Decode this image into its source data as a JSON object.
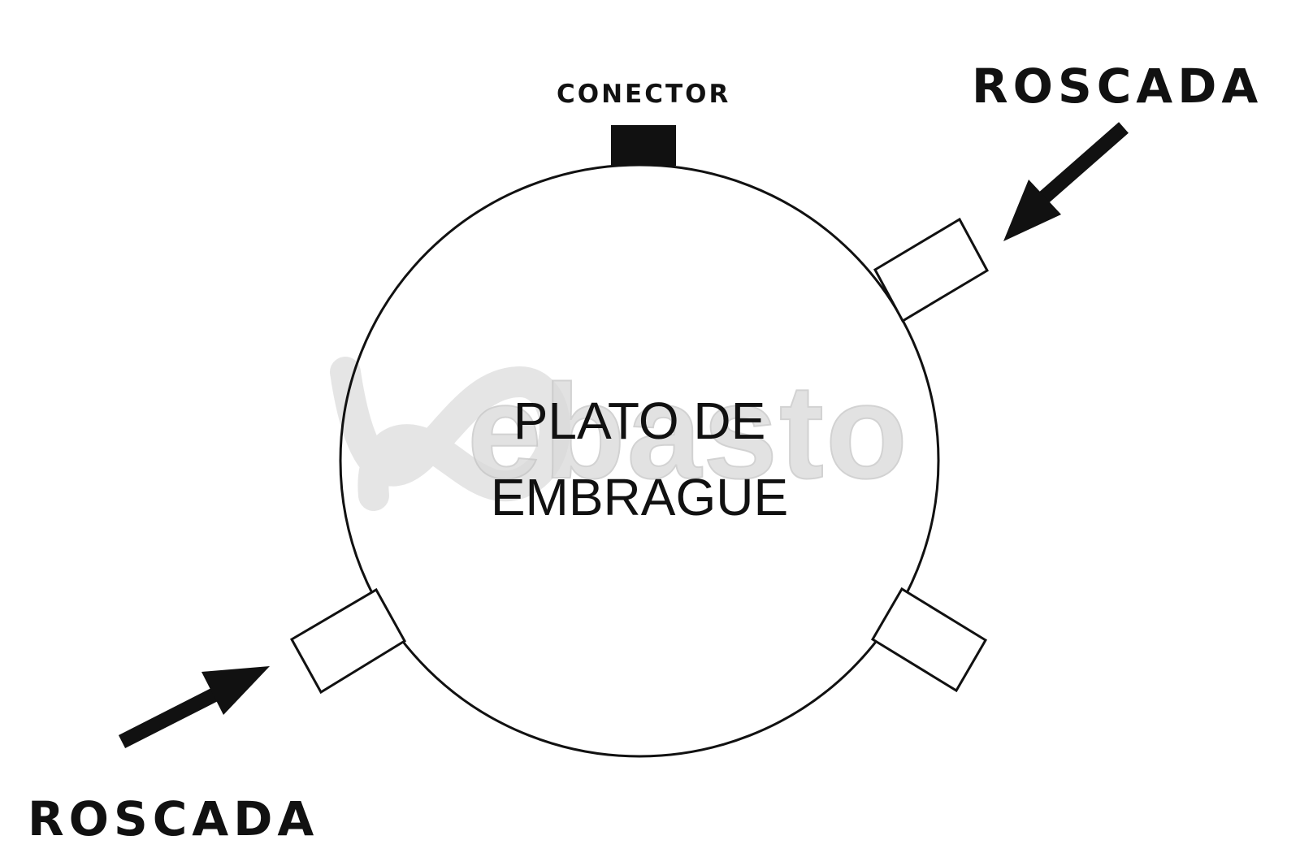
{
  "labels": {
    "connector": "CONECTOR",
    "thread_top_right": "ROSCADA",
    "thread_bottom_left": "ROSCADA",
    "center_line1": "PLATO DE",
    "center_line2": "EMBRAGUE"
  },
  "watermark": {
    "text": "ebasto"
  },
  "colors": {
    "stroke": "#111111",
    "fill_connector": "#111111",
    "background": "#ffffff",
    "watermark": "#d9d9d9"
  }
}
